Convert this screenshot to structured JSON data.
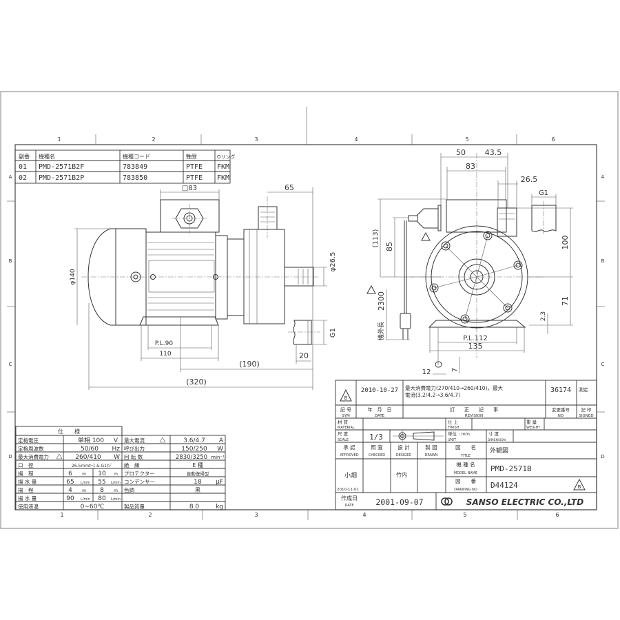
{
  "sheet": {
    "grid_columns": [
      "1",
      "2",
      "3",
      "4",
      "5",
      "6"
    ],
    "grid_rows": [
      "A",
      "B",
      "C",
      "D"
    ]
  },
  "parts_table": {
    "headers": [
      "副番",
      "機種名",
      "機種コード",
      "軸受",
      "Oリング"
    ],
    "rows": [
      {
        "sub_no": "01",
        "model": "PMD-2571B2F",
        "code": "783849",
        "bearing": "PTFE",
        "oring": "FKM"
      },
      {
        "sub_no": "02",
        "model": "PMD-2571B2P",
        "code": "783850",
        "bearing": "PTFE",
        "oring": "FKM"
      }
    ]
  },
  "side_view": {
    "dims": {
      "terminal_box": "□83",
      "outlet_offset": "65",
      "diameter": "φ140",
      "pipe_dia": "φ26.5",
      "thread": "G1",
      "pl": "P.L.90",
      "foot": "110",
      "center_to_end": "(190)",
      "overall": "(320)",
      "thread_len": "20"
    }
  },
  "front_view": {
    "dims": {
      "left_half": "50",
      "right_half": "43.5",
      "box_width": "83",
      "outlet_width": "26.5",
      "thread": "G1",
      "height_total": "(113)",
      "gland_height": "85",
      "outlet_height": "100",
      "center_height": "71",
      "foot_thick": "2.3",
      "pl": "P.L.112",
      "base": "135",
      "slot_w": "12",
      "slot_h": "7",
      "cable_label": "機外長",
      "cable_len": "2300"
    }
  },
  "spec_table": {
    "title": "仕　　様",
    "left": [
      {
        "label": "定格電圧",
        "value": "単相 100",
        "unit": "V"
      },
      {
        "label": "定格周波数",
        "value": "50/60",
        "unit": "Hz"
      },
      {
        "label": "最大消費電力",
        "value": "260/410",
        "unit": "W",
        "mark": "B"
      },
      {
        "label": "口　径",
        "value": "26.5mmﾎｰｽ & G1ﾈｼﾞ",
        "unit": ""
      },
      {
        "label": "揚　程",
        "value": "6",
        "unit": "m",
        "value2": "10",
        "unit2": "m"
      },
      {
        "label": "揚 水 量",
        "value": "65",
        "unit": "L/min",
        "value2": "55",
        "unit2": "L/min"
      },
      {
        "label": "揚　程",
        "value": "4",
        "unit": "m",
        "value2": "8",
        "unit2": "m"
      },
      {
        "label": "揚 水 量",
        "value": "90",
        "unit": "L/min",
        "value2": "80",
        "unit2": "L/min"
      },
      {
        "label": "使用液温",
        "value": "0~60℃",
        "unit": ""
      }
    ],
    "right": [
      {
        "label": "最大電流",
        "value": "3.6/4.7",
        "unit": "A",
        "mark": "B"
      },
      {
        "label": "呼び出力",
        "value": "150/250",
        "unit": "W"
      },
      {
        "label": "回 転 数",
        "value": "2830/3250",
        "unit": "min⁻¹"
      },
      {
        "label": "絶　縁",
        "value": "E 種",
        "unit": ""
      },
      {
        "label": "プロテクター",
        "value": "自動復帰型",
        "unit": ""
      },
      {
        "label": "コンデンサー",
        "value": "18",
        "unit": "μF"
      },
      {
        "label": "色調",
        "value": "黒",
        "unit": ""
      },
      {
        "label": "",
        "value": "",
        "unit": ""
      },
      {
        "label": "製品質量",
        "value": "8.0",
        "unit": "kg"
      }
    ]
  },
  "title_block": {
    "revision": {
      "mark": "B",
      "date": "2010-10-27",
      "text_line1": "最大消費電力(270/410→260/410)，最大",
      "text_line2": "電流(3.2/4.2→3.6/4.7)",
      "change_no": "36174",
      "signed": "測定"
    },
    "labels": {
      "sym": "記 号",
      "sym_en": "SYM",
      "date": "年　月　日",
      "date_en": "DATE",
      "revision": "訂　　正　　記　　事",
      "revision_en": "REVISION",
      "change_no": "変更番号",
      "change_no_en": "NO",
      "signed": "記 印",
      "signed_en": "SIGNED",
      "material": "材 質",
      "material_en": "MATERIAL",
      "finish": "仕 上",
      "finish_en": "FINISH",
      "weight": "重 量",
      "weight_en": "WEIGHT",
      "scale": "尺 度",
      "scale_en": "SCALE",
      "unit": "単位 : mm",
      "unit_en": "UNIT",
      "dimension": "寸 度",
      "dimension_en": "DIMENSION",
      "approved": "承 認",
      "approved_en": "APPROVED",
      "checked": "照 査",
      "checked_en": "CHECKED",
      "designed": "設 計",
      "designed_en": "DESIGED",
      "drawn": "製 図",
      "drawn_en": "DRAWN",
      "title": "図　　名",
      "title_en": "TITLE",
      "model": "機 種 名",
      "model_en": "MODEL NAME",
      "drawing_no": "図　　番",
      "drawing_no_en": "DRAWING NO",
      "created": "作成日",
      "created_en": "DATE"
    },
    "scale": "1/3",
    "title": "外観図",
    "model_name": "PMD-2571B",
    "drawing_no": "D44124",
    "drawing_rev": "B",
    "approved_by": "小畑",
    "approved_date": "2010-11-01",
    "designed_by": "竹内",
    "created_date": "2001-09-07",
    "company": "SANSO ELECTRIC CO.,LTD"
  }
}
